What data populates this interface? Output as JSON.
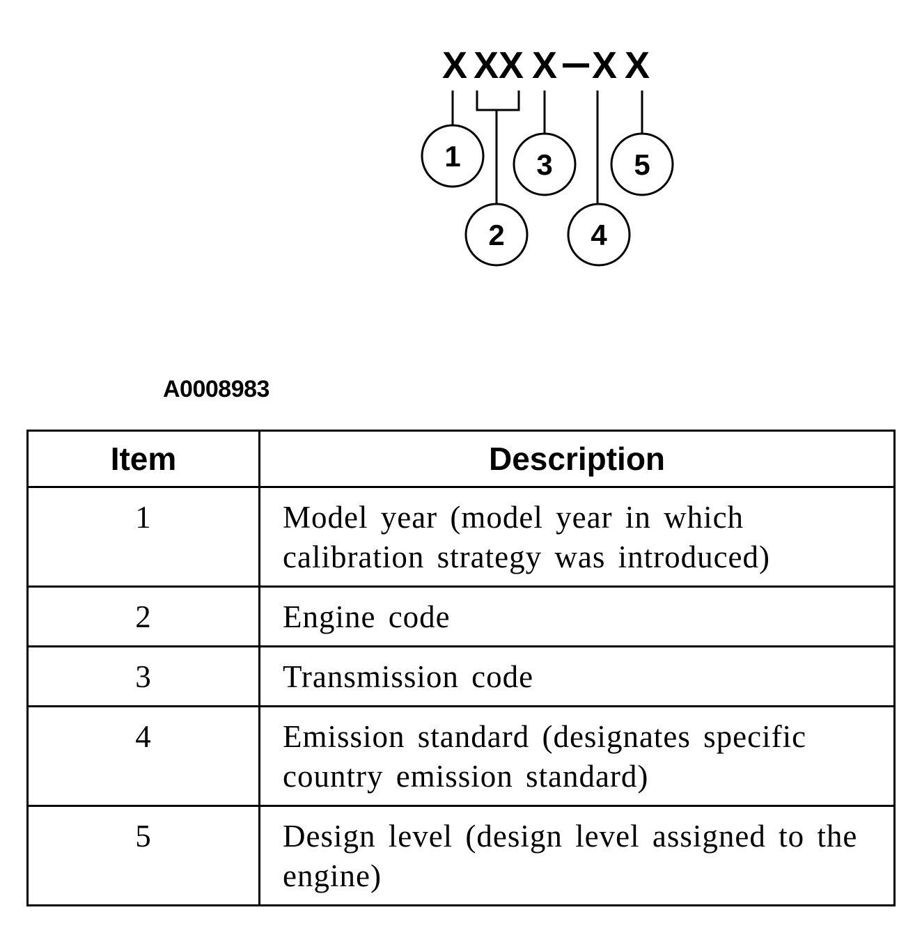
{
  "diagram": {
    "code_characters": [
      "X",
      "XX",
      "X",
      "—",
      "X",
      "X"
    ],
    "callouts": [
      "1",
      "2",
      "3",
      "4",
      "5"
    ]
  },
  "figure_id": "A0008983",
  "table": {
    "headers": {
      "item": "Item",
      "description": "Description"
    },
    "rows": [
      {
        "item": "1",
        "description": "Model year (model year in which calibration strategy was introduced)"
      },
      {
        "item": "2",
        "description": "Engine code"
      },
      {
        "item": "3",
        "description": "Transmission code"
      },
      {
        "item": "4",
        "description": "Emission standard (designates specific country emission standard)"
      },
      {
        "item": "5",
        "description": "Design level (design level assigned to the engine)"
      }
    ]
  }
}
